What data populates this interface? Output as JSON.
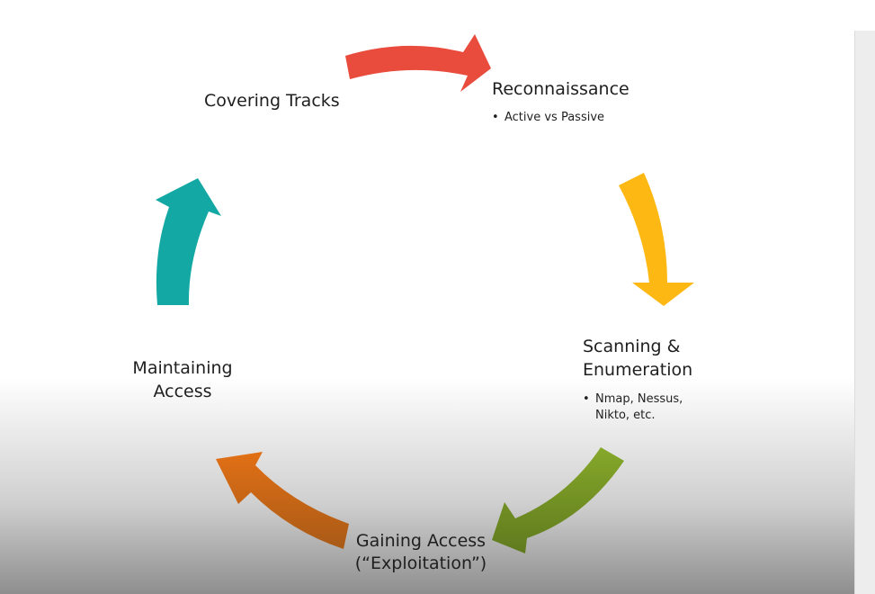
{
  "diagram": {
    "stages": [
      {
        "id": "reconnaissance",
        "label_lines": [
          "Reconnaissance"
        ],
        "bullets": [
          "Active vs Passive"
        ]
      },
      {
        "id": "scanning",
        "label_lines": [
          "Scanning &",
          "Enumeration"
        ],
        "bullets": [
          "Nmap, Nessus,",
          "Nikto, etc."
        ]
      },
      {
        "id": "gaining-access",
        "label_lines": [
          "Gaining Access",
          "(“Exploitation”)"
        ],
        "bullets": []
      },
      {
        "id": "maintaining-access",
        "label_lines": [
          "Maintaining",
          "Access"
        ],
        "bullets": []
      },
      {
        "id": "covering-tracks",
        "label_lines": [
          "Covering Tracks"
        ],
        "bullets": []
      }
    ],
    "arrow_colors": {
      "covering_to_recon": "#e94b3c",
      "recon_to_scanning": "#fdb813",
      "scanning_to_gaining": "#6e8b22",
      "gaining_to_maintaining": "#d2640f",
      "maintaining_to_covering": "#13a8a3"
    }
  }
}
